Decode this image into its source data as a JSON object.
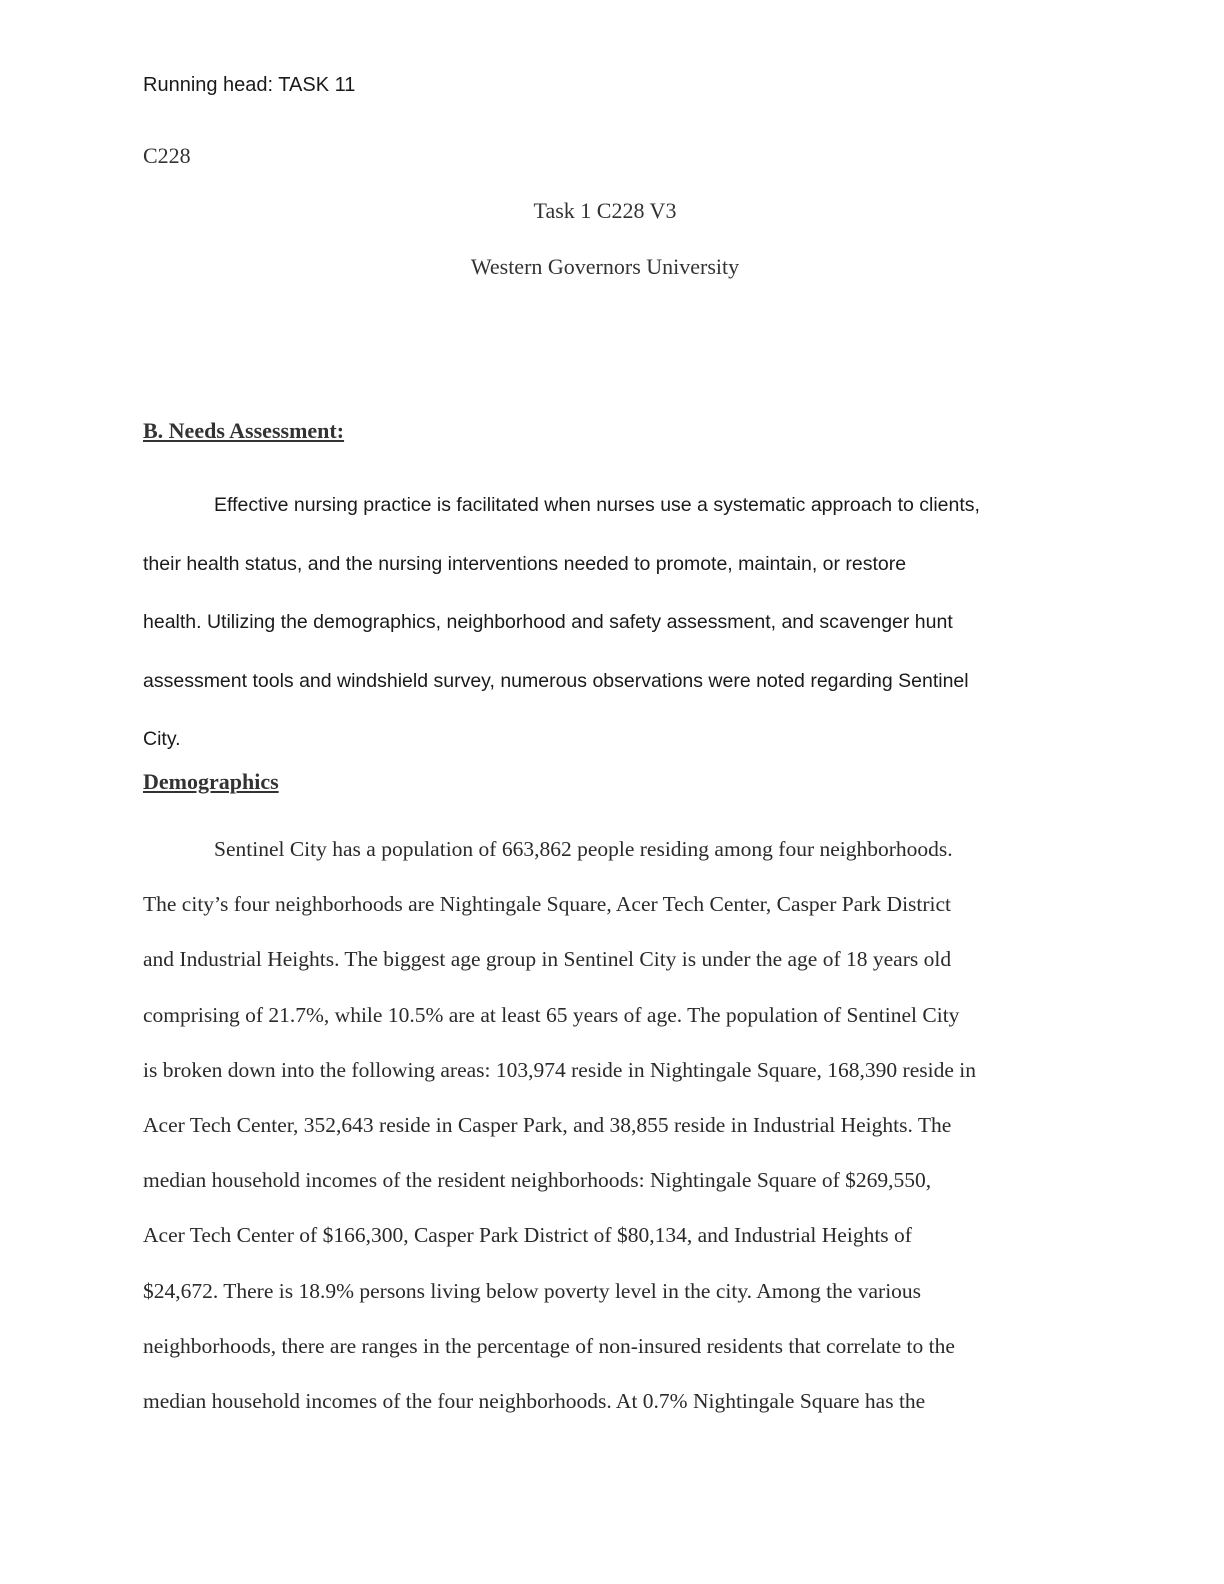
{
  "header": {
    "running_head": "Running head: TASK 11"
  },
  "course": "C228",
  "title": "Task 1 C228 V3",
  "institution": "Western Governors University",
  "sections": [
    {
      "heading": "B. Needs Assessment:",
      "lines": [
        "Effective nursing practice is facilitated when nurses use a systematic approach to clients,",
        "their health status, and the nursing interventions needed to promote, maintain, or restore",
        "health.  Utilizing the demographics, neighborhood and safety assessment, and scavenger hunt",
        "assessment tools and windshield survey, numerous observations were noted regarding Sentinel",
        "City."
      ]
    },
    {
      "heading": "Demographics",
      "lines": [
        "Sentinel City has a population of 663,862 people residing among four neighborhoods.",
        "The city’s four neighborhoods are Nightingale Square, Acer Tech Center, Casper Park District",
        "and Industrial Heights.  The biggest age group in Sentinel City is under the age of 18 years old",
        "comprising of 21.7%, while 10.5% are at least 65 years of age.  The population of Sentinel City",
        "is broken down into the following areas: 103,974 reside in Nightingale Square, 168,390 reside in",
        "Acer Tech Center, 352,643 reside in Casper Park, and 38,855 reside in Industrial Heights.  The",
        "median household incomes of the resident neighborhoods:  Nightingale Square of $269,550,",
        "Acer Tech Center of $166,300, Casper Park District of $80,134, and Industrial Heights of",
        "$24,672.  There is 18.9% persons living below poverty level in the city.  Among the various",
        "neighborhoods, there are ranges in the percentage of non-insured residents that correlate to the",
        "median household incomes of the four neighborhoods.  At 0.7% Nightingale Square has the"
      ]
    }
  ]
}
